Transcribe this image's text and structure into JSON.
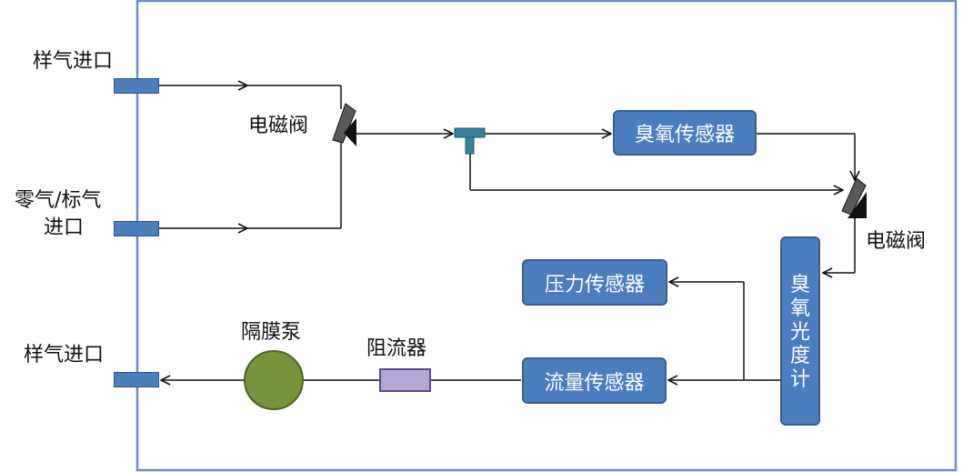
{
  "ports": {
    "sample_inlet_top": "样气进口",
    "zero_span_inlet_line1": "零气/标气",
    "zero_span_inlet_line2": "进口",
    "sample_port_bottom": "样气进口"
  },
  "components": {
    "solenoid_valve_1": "电磁阀",
    "solenoid_valve_2": "电磁阀",
    "ozone_sensor": "臭氧传感器",
    "pressure_sensor": "压力传感器",
    "flow_sensor": "流量传感器",
    "ozone_photometer": [
      "臭",
      "氧",
      "光",
      "度",
      "计"
    ],
    "diaphragm_pump": "隔膜泵",
    "flow_restrictor": "阻流器"
  },
  "colors": {
    "frame": "#6b8fc0",
    "box_fill": "#4a7ebf",
    "box_border": "#3a5f8f",
    "pump_fill": "#77933c",
    "restrictor_fill": "#b4a7d6",
    "tee_fill": "#31859c",
    "valve_fill": "#595959"
  }
}
